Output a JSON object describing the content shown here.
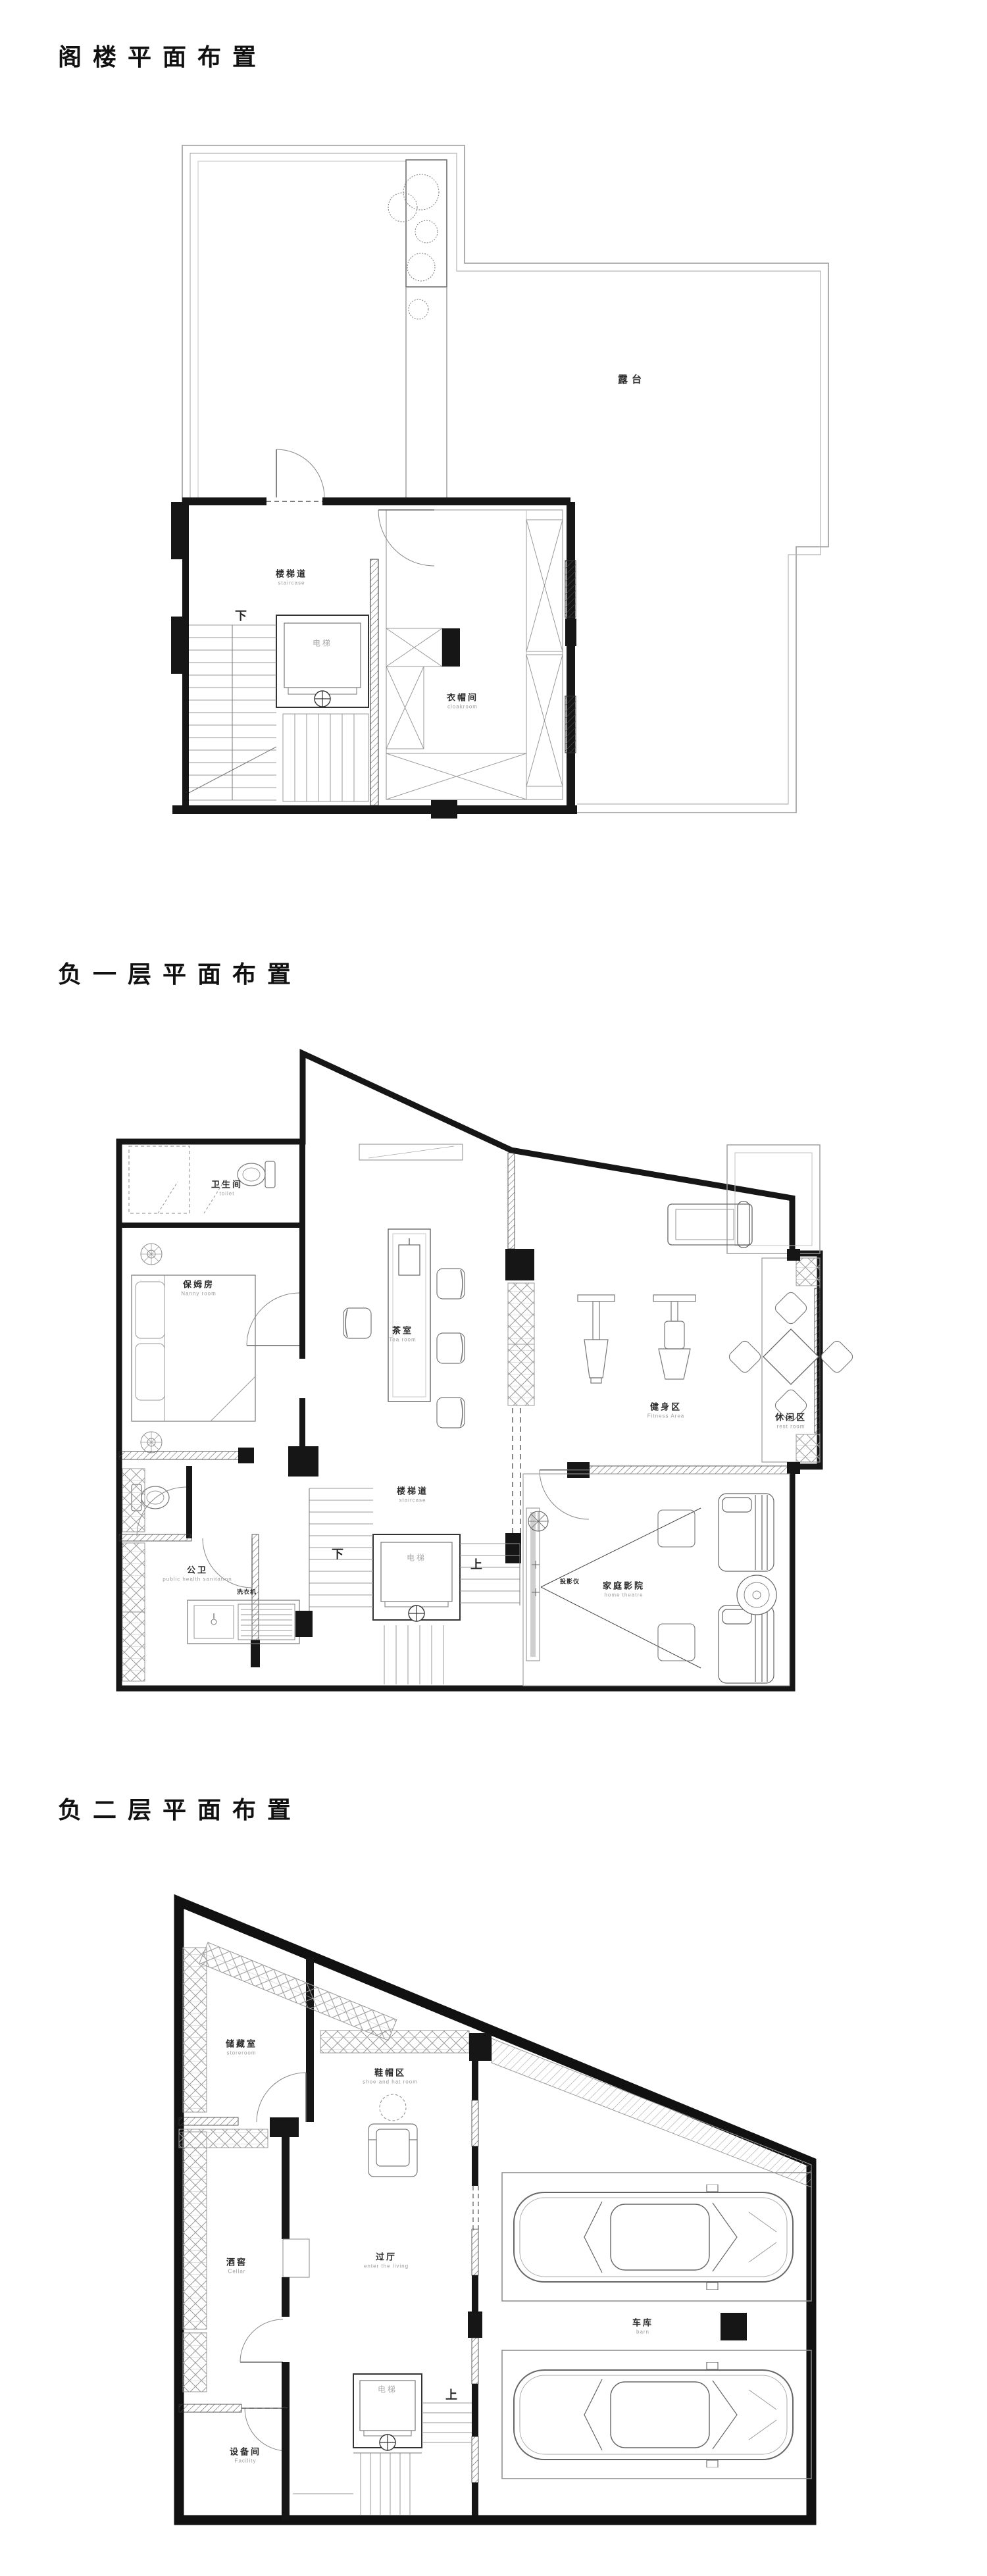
{
  "page": {
    "background": "#ffffff",
    "wall_color": "#161616",
    "thin_line_color": "#9a9a9a",
    "label_gray": "#a9a9a9"
  },
  "plans": [
    {
      "title": "阁楼平面布置",
      "labels": {
        "terrace": {
          "zh": "露台"
        },
        "stairwell": {
          "zh": "楼梯道",
          "en": "staircase"
        },
        "down": {
          "zh": "下"
        },
        "elevator": {
          "zh": "电梯"
        },
        "cloakroom": {
          "zh": "衣帽间",
          "en": "cloakroom"
        }
      }
    },
    {
      "title": "负一层平面布置",
      "labels": {
        "toilet": {
          "zh": "卫生间",
          "en": "toilet"
        },
        "nanny": {
          "zh": "保姆房",
          "en": "Nanny room"
        },
        "tea": {
          "zh": "茶室",
          "en": "Tea room"
        },
        "fitness": {
          "zh": "健身区",
          "en": "Fitness Area"
        },
        "rest": {
          "zh": "休闲区",
          "en": "rest room"
        },
        "stairwell": {
          "zh": "楼梯道",
          "en": "staircase"
        },
        "down": {
          "zh": "下"
        },
        "up": {
          "zh": "上"
        },
        "elevator": {
          "zh": "电梯"
        },
        "public_wc": {
          "zh": "公卫",
          "en": "public health sanitation"
        },
        "washer": {
          "zh": "洗衣机"
        },
        "theatre": {
          "zh": "家庭影院",
          "en": "home theatre"
        },
        "projector": {
          "zh": "投影仪"
        }
      }
    },
    {
      "title": "负二层平面布置",
      "labels": {
        "storeroom": {
          "zh": "储藏室",
          "en": "storeroom"
        },
        "shoe_hat": {
          "zh": "鞋帽区",
          "en": "shoe and hat room"
        },
        "cellar": {
          "zh": "酒窖",
          "en": "Cellar"
        },
        "hall": {
          "zh": "过厅",
          "en": "enter the living"
        },
        "facility": {
          "zh": "设备间",
          "en": "Facility"
        },
        "elevator": {
          "zh": "电梯"
        },
        "up": {
          "zh": "上"
        },
        "garage": {
          "zh": "车库",
          "en": "barn"
        }
      }
    }
  ]
}
